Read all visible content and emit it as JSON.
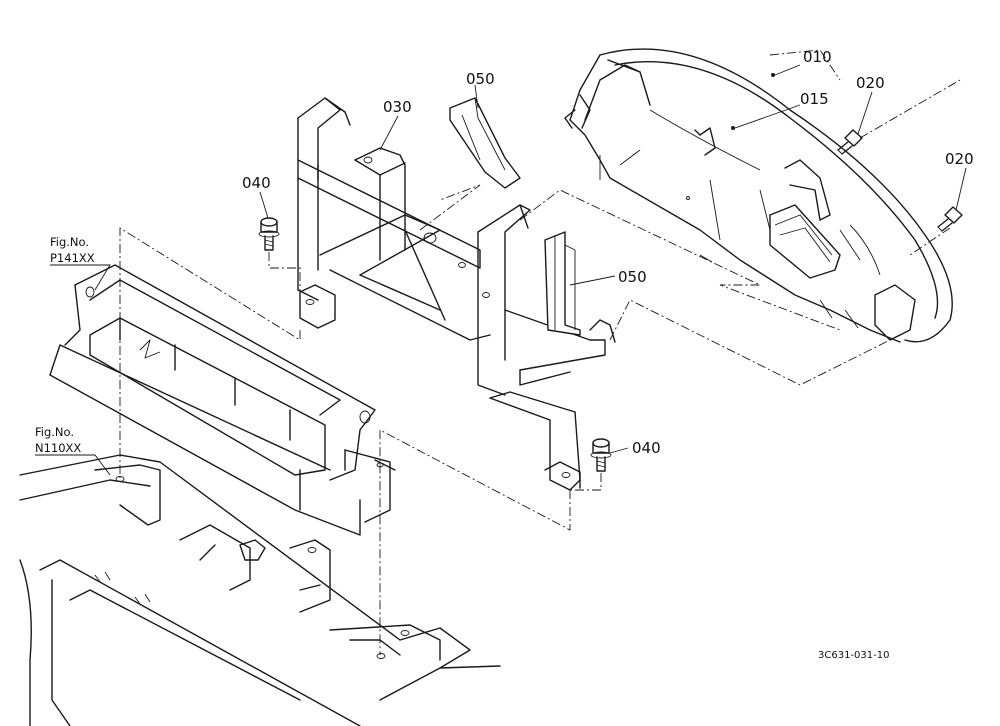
{
  "labels": {
    "p010": "010",
    "p015": "015",
    "p020a": "020",
    "p020b": "020",
    "p030": "030",
    "p040a": "040",
    "p040b": "040",
    "p050a": "050",
    "p050b": "050"
  },
  "references": {
    "fig1_title": "Fig.No.",
    "fig1_number": "P141XX",
    "fig2_title": "Fig.No.",
    "fig2_number": "N110XX"
  },
  "drawing_code": "3C631-031-10"
}
